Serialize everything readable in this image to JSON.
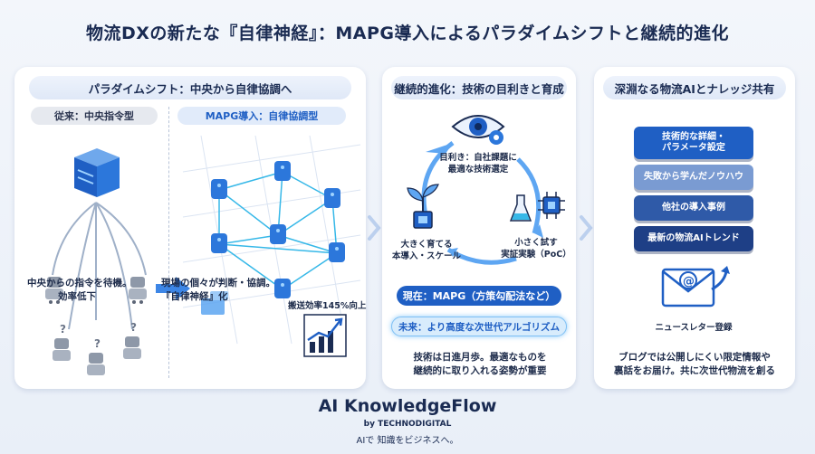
{
  "title": "物流DXの新たな『自律神経』：MAPG導入によるパラダイムシフトと継続的進化",
  "panel1": {
    "heading": "パラダイムシフト：中央から自律協調へ",
    "old_label": "従来：中央指令型",
    "new_label": "MAPG導入：自律協調型",
    "old_caption_line1": "中央からの指令を待機。",
    "old_caption_line2": "効率低下",
    "new_caption_line1": "現場の個々が判断・協調。",
    "new_caption_line2": "『自律神経』化",
    "stat": "搬送効率145%向上"
  },
  "panel2": {
    "heading": "継続的進化：技術の目利きと育成",
    "step_top_line1": "目利き：自社課題に",
    "step_top_line2": "最適な技術選定",
    "step_right_line1": "小さく試す",
    "step_right_line2": "実証実験（PoC）",
    "step_left_line1": "大きく育てる",
    "step_left_line2": "本導入・スケール",
    "current": "現在：MAPG（方策勾配法など）",
    "future": "未来：より高度な次世代アルゴリズム",
    "caption_line1": "技術は日進月歩。最適なものを",
    "caption_line2": "継続的に取り入れる姿勢が重要"
  },
  "panel3": {
    "heading": "深淵なる物流AIとナレッジ共有",
    "layer1_line1": "技術的な詳細・",
    "layer1_line2": "パラメータ設定",
    "layer2": "失敗から学んだノウハウ",
    "layer3": "他社の導入事例",
    "layer4": "最新の物流AIトレンド",
    "newsletter": "ニュースレター登録",
    "caption_line1": "ブログでは公開しにくい限定情報や",
    "caption_line2": "裏話をお届け。共に次世代物流を創る"
  },
  "footer": {
    "brand": "AI KnowledgeFlow",
    "by": "by TECHNODIGITAL",
    "tagline": "AIで 知識をビジネスへ。"
  },
  "colors": {
    "accent": "#1f5fc4",
    "navy": "#1a2b52",
    "cyan": "#36b8e8"
  }
}
